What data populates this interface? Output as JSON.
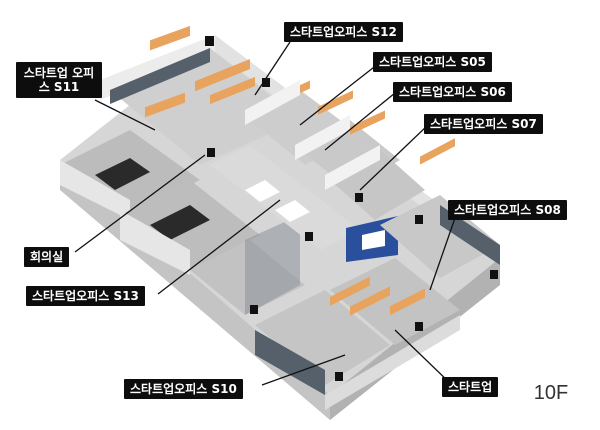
{
  "labels": {
    "s11": "스타트업 오피스 S11",
    "s12": "스타트업오피스 S12",
    "s05": "스타트업오피스 S05",
    "s06": "스타트업오피스 S06",
    "s07": "스타트업오피스 S07",
    "s08": "스타트업오피스 S08",
    "meeting": "회의실",
    "s13": "스타트업오피스 S13",
    "s10": "스타트업오피스 S10",
    "s09_partial": "스타트업"
  },
  "floor": "10F",
  "colors": {
    "wall": "#e9e9e9",
    "wall_shade": "#bdbdbd",
    "floor_tile": "#d4d4d4",
    "desk": "#e8a35f",
    "glass": "#4f5a66",
    "sign_blue": "#2a4f9c",
    "label_bg": "#0d0d0d"
  }
}
